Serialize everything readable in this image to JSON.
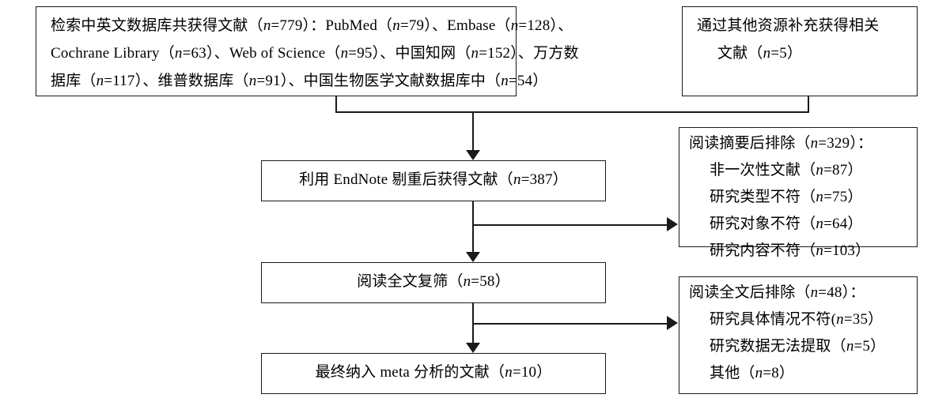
{
  "diagram": {
    "title": "文献筛选流程图",
    "type": "prisma-flow-diagram",
    "line_color": "#1a1a1a",
    "background": "#ffffff"
  },
  "boxes": {
    "search": {
      "name": "database-search-results",
      "lines": [
        "检索中英文数据库共获得文献（n=779）：PubMed（n=79）、Embase（n=128）、",
        "Cochrane Library（n=63）、Web of Science（n=95）、中国知网（n=152）、万方数",
        "据库（n=117）、维普数据库（n=91）、中国生物医学文献数据库中（n=54）"
      ],
      "total": 779,
      "sources": [
        {
          "label": "PubMed",
          "n": 79
        },
        {
          "label": "Embase",
          "n": 128
        },
        {
          "label": "Cochrane Library",
          "n": 63
        },
        {
          "label": "Web of Science",
          "n": 95
        },
        {
          "label": "中国知网",
          "n": 152
        },
        {
          "label": "万方数据库",
          "n": 117
        },
        {
          "label": "维普数据库",
          "n": 91
        },
        {
          "label": "中国生物医学文献数据库中",
          "n": 54
        }
      ]
    },
    "other_sources": {
      "name": "other-sources",
      "lines": [
        "通过其他资源补充获得相关",
        "文献（n=5）"
      ],
      "n": 5
    },
    "dedup": {
      "name": "deduplication",
      "text": "利用 EndNote 剔重后获得文献（n=387）",
      "n": 387
    },
    "fulltext": {
      "name": "full-text-screening",
      "text": "阅读全文复筛（n=58）",
      "n": 58
    },
    "final": {
      "name": "final-included",
      "text": "最终纳入 meta 分析的文献（n=10）",
      "n": 10
    },
    "excluded_abstract": {
      "name": "excluded-after-abstract",
      "header": "阅读摘要后排除（n=329）：",
      "n": 329,
      "reasons": [
        {
          "label": "非一次性文献（n=87）",
          "n": 87
        },
        {
          "label": "研究类型不符（n=75）",
          "n": 75
        },
        {
          "label": "研究对象不符（n=64）",
          "n": 64
        },
        {
          "label": "研究内容不符（n=103）",
          "n": 103
        }
      ]
    },
    "excluded_fulltext": {
      "name": "excluded-after-fulltext",
      "header": "阅读全文后排除（n=48）：",
      "n": 48,
      "reasons": [
        {
          "label": "研究具体情况不符(n=35）",
          "n": 35
        },
        {
          "label": "研究数据无法提取（n=5）",
          "n": 5
        },
        {
          "label": "其他（n=8）",
          "n": 8
        }
      ]
    }
  }
}
